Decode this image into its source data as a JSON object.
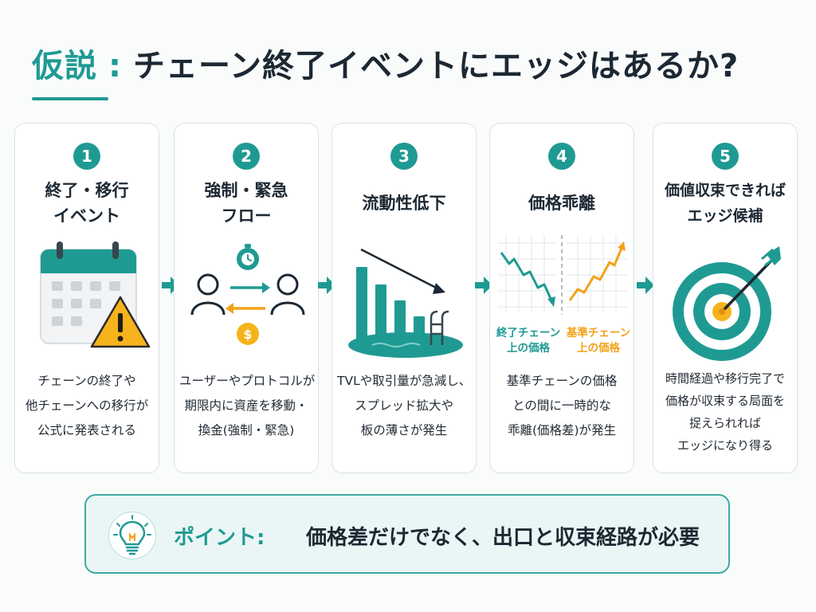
{
  "title": {
    "tag": "仮説",
    "separator": ":",
    "main": "チェーン終了イベントにエッジはあるか?"
  },
  "steps": [
    {
      "number": "1",
      "title_lines": [
        "終了・移行",
        "イベント"
      ],
      "icon": "calendar-warning-icon",
      "desc_lines": [
        "チェーンの終了や",
        "他チェーンへの移行が",
        "公式に発表される"
      ]
    },
    {
      "number": "2",
      "title_lines": [
        "強制・緊急",
        "フロー"
      ],
      "icon": "users-exchange-icon",
      "desc_lines": [
        "ユーザーやプロトコルが",
        "期限内に資産を移動・",
        "換金(強制・緊急)"
      ]
    },
    {
      "number": "3",
      "title_lines": [
        "流動性低下"
      ],
      "icon": "draining-pool-icon",
      "desc_lines": [
        "TVLや取引量が急減し、",
        "スプレッド拡大や",
        "板の薄さが発生"
      ]
    },
    {
      "number": "4",
      "title_lines": [
        "価格乖離"
      ],
      "icon": "price-divergence-chart-icon",
      "chart_labels": {
        "left_lines": [
          "終了チェーン",
          "上の価格"
        ],
        "right_lines": [
          "基準チェーン",
          "上の価格"
        ]
      },
      "desc_lines": [
        "基準チェーンの価格",
        "との間に一時的な",
        "乖離(価格差)が発生"
      ]
    },
    {
      "number": "5",
      "title_lines": [
        "価値収束できれば",
        "エッジ候補"
      ],
      "icon": "target-arrow-icon",
      "desc_lines": [
        "時間経過や移行完了で",
        "価格が収束する局面を",
        "捉えられれば",
        "エッジになり得る"
      ]
    }
  ],
  "point": {
    "icon": "lightbulb-icon",
    "label": "ポイント:",
    "text": "価格差だけでなく、出口と収束経路が必要"
  },
  "colors": {
    "teal": "#1f9a93",
    "orange": "#f3a21a",
    "warning_yellow": "#f6b31b",
    "dark": "#1c2833"
  }
}
